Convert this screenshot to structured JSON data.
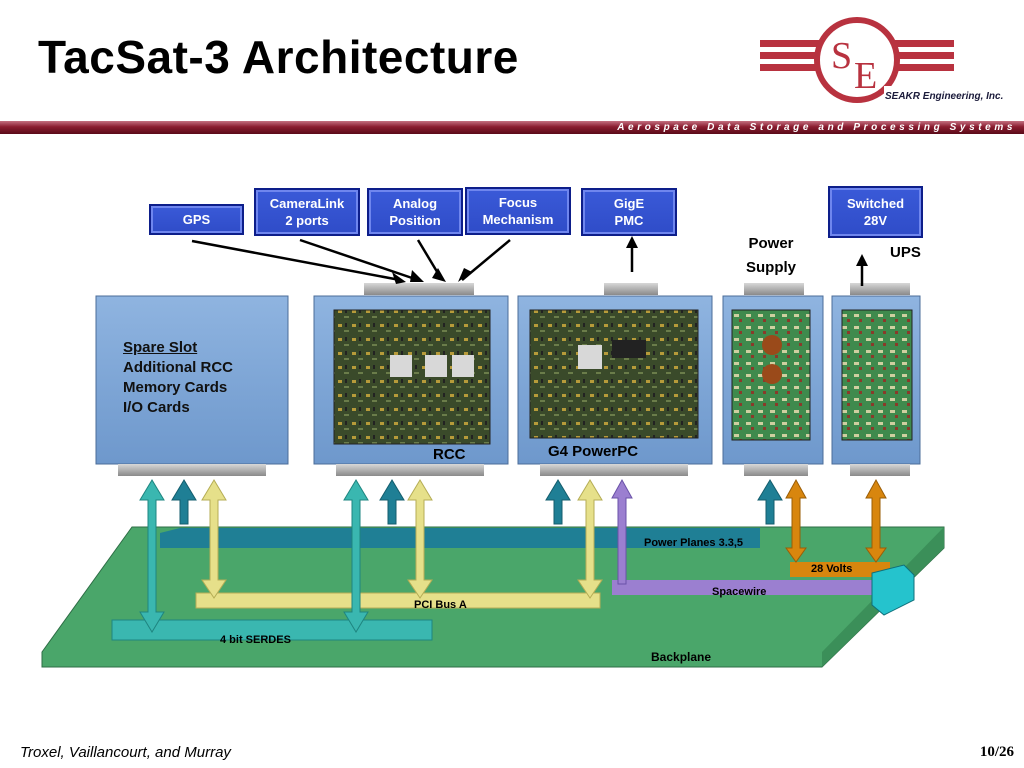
{
  "slide": {
    "title": "TacSat-3 Architecture",
    "tagline": "Aerospace Data Storage and Processing Systems",
    "company": "SEAKR Engineering, Inc.",
    "logo_letters": [
      "S",
      "E"
    ],
    "footer_authors": "Troxel, Vaillancourt, and Murray",
    "page_number": "10/26"
  },
  "interfaces": {
    "gps": "GPS",
    "cameralink": [
      "CameraLink",
      "2 ports"
    ],
    "analog": [
      "Analog",
      "Position"
    ],
    "focus": [
      "Focus",
      "Mechanism"
    ],
    "gige": [
      "GigE",
      "PMC"
    ],
    "switched": [
      "Switched",
      "28V"
    ]
  },
  "cards": {
    "spare_slot": {
      "heading": "Spare Slot",
      "lines": [
        "Additional RCC",
        "Memory Cards",
        "I/O Cards"
      ]
    },
    "rcc": "RCC",
    "g4": "G4 PowerPC",
    "power_supply": [
      "Power",
      "Supply"
    ],
    "ups": "UPS"
  },
  "buses": {
    "power_planes": "Power Planes 3.3,5",
    "volts28": "28 Volts",
    "spacewire": "Spacewire",
    "pci": "PCI Bus A",
    "serdes": "4 bit SERDES",
    "backplane": "Backplane"
  },
  "colors": {
    "backplane": "#4aa66a",
    "interface_box": "#2f4cc8",
    "card": "#7ea6d4",
    "serdes": "#3ab7b0",
    "pci": "#e6e08a",
    "power_planes": "#1f7f95",
    "spacewire": "#9b7fd0",
    "volts28": "#d8860e",
    "redbar": "#8a1d30"
  }
}
